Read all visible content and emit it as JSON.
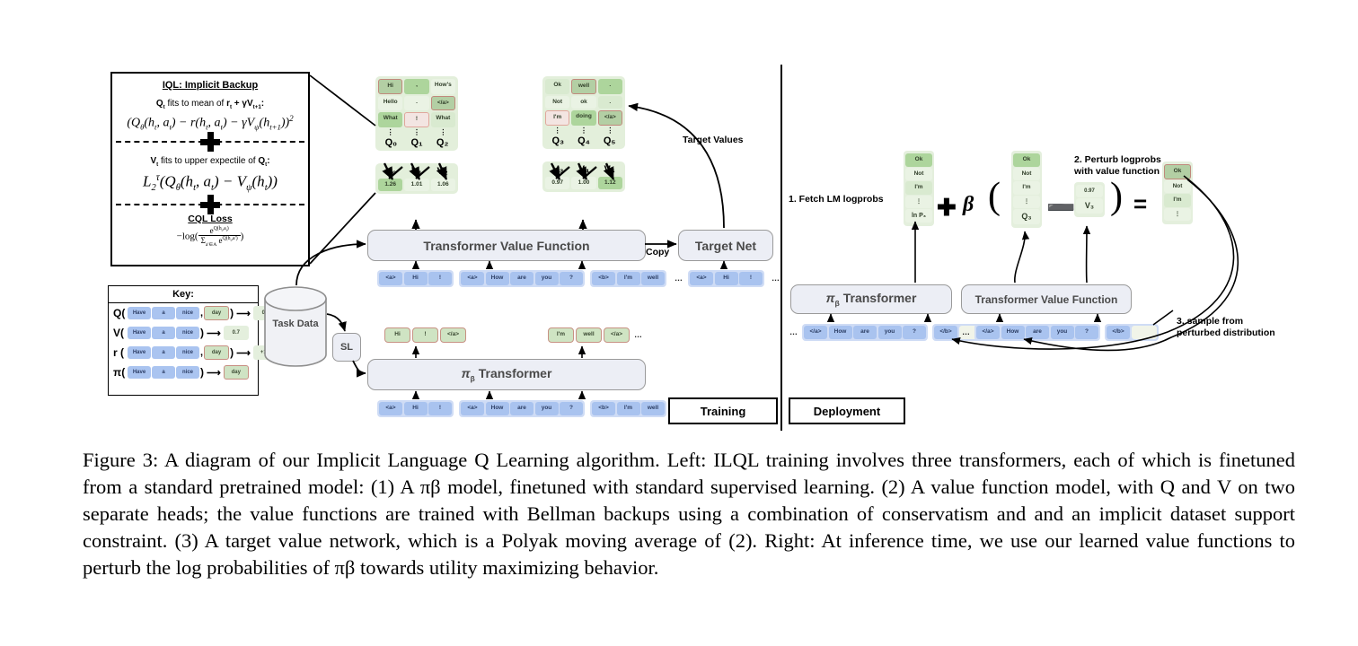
{
  "figure": {
    "label": "Figure 3:",
    "caption_rest": "  A diagram of our Implicit Language Q Learning algorithm. Left: ILQL training involves three transformers, each of which is finetuned from a standard pretrained model: (1) A πβ model, finetuned with standard supervised learning. (2) A value function model, with Q and V on two separate heads; the value functions are trained with Bellman backups using a combination of conservatism and and an implicit dataset support constraint. (3) A target value network, which is a Polyak moving average of (2). Right: At inference time, we use our learned value functions to perturb the log probabilities of πβ towards utility maximizing behavior."
  },
  "iql": {
    "title": "IQL: Implicit Backup",
    "q_line_bold_1": "Q",
    "q_line_sub": "t",
    "q_line_rest": " fits to mean of ",
    "q_line_bold_2": "r",
    "q_line_sub2": "t",
    "q_line_plus": " + γV",
    "q_line_sub3": "t+1",
    "q_line_colon": ":",
    "q_equation": "(Qθ(ht, at) − r(ht, at) − γVψ(ht+1))²",
    "v_line": "V_t fits to upper expectile of Q_t:",
    "v_equation": "Lτ₂(Qθ(ht, at) − Vψ(ht))",
    "cql_title": "CQL Loss",
    "cql_num": "e^Q(ht,at)",
    "cql_den": "Σa'∈A e^Q(ht,a')",
    "cql_prefix": "−log("
  },
  "key": {
    "title": "Key:",
    "rows": [
      {
        "fn": "Q(",
        "tokens": [
          "Have",
          "a",
          "nice"
        ],
        "comma": ",",
        "green_token": "day",
        "close": ")",
        "arrow": "⟶",
        "result": "0.9",
        "result_style": "pale"
      },
      {
        "fn": "V(",
        "tokens": [
          "Have",
          "a",
          "nice"
        ],
        "comma": "",
        "green_token": "",
        "close": ")",
        "arrow": "⟶",
        "result": "0.7",
        "result_style": "pale"
      },
      {
        "fn": "r (",
        "tokens": [
          "Have",
          "a",
          "nice"
        ],
        "comma": ",",
        "green_token": "day",
        "close": ")",
        "arrow": "⟶",
        "result": "+1.0",
        "result_style": "pale"
      },
      {
        "fn": "π(",
        "tokens": [
          "Have",
          "a",
          "nice"
        ],
        "comma": "",
        "green_token": "",
        "close": ")",
        "arrow": "⟶",
        "result": "day",
        "result_style": "green"
      }
    ]
  },
  "training": {
    "qv_group_1": {
      "rows": [
        [
          "Hi",
          ",",
          "How's"
        ],
        [
          "Hello",
          ".",
          "</a>"
        ],
        [
          "What",
          "!",
          "What"
        ]
      ],
      "q_labels": [
        "Q₀",
        "Q₁",
        "Q₂"
      ],
      "v_labels": [
        "V₀",
        "V₁",
        "V₂"
      ],
      "v_values": [
        "1.26",
        "1.01",
        "1.06"
      ]
    },
    "qv_group_2": {
      "rows": [
        [
          "Ok",
          "well",
          "."
        ],
        [
          "Not",
          "ok",
          "."
        ],
        [
          "I'm",
          "doing",
          "</a>"
        ]
      ],
      "q_labels": [
        "Q₃",
        "Q₄",
        "Q₅"
      ],
      "v_labels": [
        "V₃",
        "V₄",
        "V₅"
      ],
      "v_values": [
        "0.97",
        "1.00",
        "1.12"
      ]
    },
    "target_values_label": "Target Values",
    "value_function_label": "Transformer Value Function",
    "target_net_label": "Target Net",
    "copy_label": "Copy",
    "task_data_label": "Task Data",
    "sl_label": "SL",
    "pi_beta_label": "Transformer",
    "pi_symbol": "π",
    "pi_sub": "β",
    "training_badge": "Training",
    "value_inputs": [
      [
        "<a>",
        "Hi",
        "!"
      ],
      [
        "<a>",
        "How",
        "are",
        "you",
        "?"
      ],
      [
        "<b>",
        "I'm",
        "well"
      ]
    ],
    "value_inputs_tail": "…",
    "target_inputs": [
      [
        "<a>",
        "Hi",
        "!"
      ]
    ],
    "target_inputs_tail": "…",
    "policy_outputs": [
      [
        "Hi",
        "!",
        "</a>"
      ],
      [
        "I'm",
        "well",
        "</a>"
      ]
    ],
    "policy_outputs_tail": "…",
    "policy_inputs": [
      [
        "<a>",
        "Hi",
        "!"
      ],
      [
        "<a>",
        "How",
        "are",
        "you",
        "?"
      ],
      [
        "<b>",
        "I'm",
        "well"
      ]
    ],
    "policy_inputs_tail": "…"
  },
  "deployment": {
    "badge": "Deployment",
    "step1": "1. Fetch LM logprobs",
    "step2_line1": "2. Perturb logprobs",
    "step2_line2": "with value function",
    "step3_line1": "3. sample from",
    "step3_line2": "perturbed distribution",
    "logprob_stack": {
      "cells": [
        "Ok",
        "Not",
        "I'm",
        "⋮"
      ],
      "label": "ln P₃"
    },
    "q_stack": {
      "cells": [
        "Ok",
        "Not",
        "I'm",
        "⋮"
      ],
      "label": "Q₃"
    },
    "v_stack": {
      "value": "0.97",
      "label": "V₃"
    },
    "result_stack": {
      "cells": [
        "Ok",
        "Not",
        "I'm",
        "⋮"
      ]
    },
    "plus": "✚",
    "beta": "β",
    "lparen": "(",
    "minus": "➖",
    "rparen": ")",
    "equals": "=",
    "pi_symbol": "π",
    "pi_sub": "β",
    "pi_beta_label": "Transformer",
    "value_function_label": "Transformer Value Function",
    "policy_inputs": [
      "</a>",
      "How",
      "are",
      "you",
      "?"
    ],
    "policy_inputs_2": [
      "</b>",
      ""
    ],
    "value_inputs": [
      "</a>",
      "How",
      "are",
      "you",
      "?"
    ],
    "value_inputs_2": [
      "</b>",
      ""
    ],
    "lead_dots": "…"
  },
  "colors": {
    "token_blue": "#a9c3ef",
    "token_group_blue": "#cfdcf5",
    "green_dark": "#8cc07e",
    "green_mid": "#add59c",
    "green_light": "#d9ead0",
    "green_panel": "#e3efdb",
    "outline_red": "#c0897c",
    "module_bg": "#eceef5",
    "module_border": "#9a9a9a"
  }
}
